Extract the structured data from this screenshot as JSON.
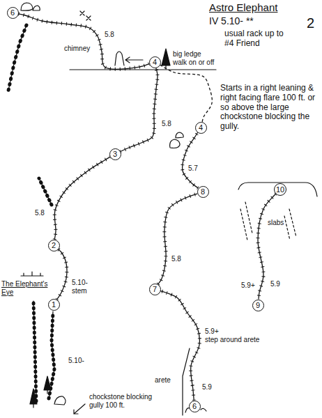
{
  "diagram": {
    "title": "Astro Elephant",
    "nodes": [
      {
        "text": [
          "1"
        ]
      },
      {
        "text": [
          "2"
        ]
      },
      {
        "text": [
          "3"
        ]
      },
      {
        "text": [
          "4"
        ]
      },
      {
        "text": [
          "6"
        ]
      },
      {
        "text": [
          "6"
        ]
      },
      {
        "text": [
          "7"
        ]
      },
      {
        "text": [
          "8"
        ]
      },
      {
        "text": [
          "4"
        ]
      },
      {
        "text": [
          "10"
        ]
      },
      {
        "text": [
          "9"
        ]
      }
    ],
    "edges": [
      {
        "from": 0,
        "to": 1,
        "arrow": "none"
      },
      {
        "from": 1,
        "to": 2,
        "arrow": "none"
      },
      {
        "from": 2,
        "to": 3,
        "arrow": "none"
      },
      {
        "from": 3,
        "to": 4,
        "arrow": "none"
      },
      {
        "from": 5,
        "to": 6,
        "arrow": "none"
      },
      {
        "from": 6,
        "to": 7,
        "arrow": "none"
      },
      {
        "from": 7,
        "to": 8,
        "arrow": "none"
      },
      {
        "from": 8,
        "to": 3,
        "arrow": "none"
      },
      {
        "from": 9,
        "to": 10,
        "arrow": "none"
      }
    ],
    "labels": [
      "IV 5.10- **",
      "2",
      "usual rack up to #4 Friend",
      "Starts in a right leaning & right facing flare 100 ft. or so above the large chockstone blocking the gully.",
      "5.8",
      "chimney",
      "big ledge",
      "walk on or off",
      "5.8",
      "5.7",
      "5.8",
      "5.8",
      "5.10- stem",
      "The Elephant's Eye",
      "5.10-",
      "chockstone blocking gully 100 ft.",
      "5.9+",
      "step around arete",
      "arete",
      "5.9",
      "slabs",
      "5.9+",
      "5.9"
    ]
  }
}
